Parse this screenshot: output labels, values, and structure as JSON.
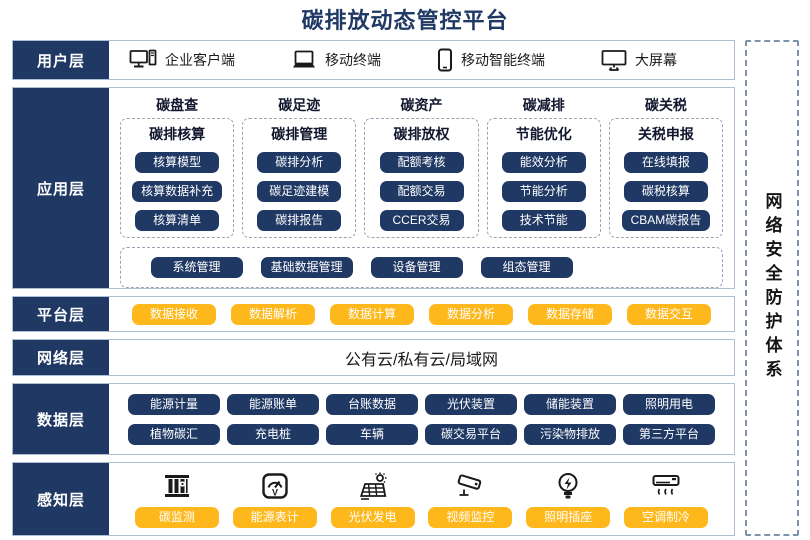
{
  "title": "碳排放动态管控平台",
  "security": {
    "label": "网络安全防护体系"
  },
  "colors": {
    "navy": "#1F3864",
    "yellow": "#FFB81C",
    "box_border": "#AEBDD2",
    "dashed_border": "#9aa4b3"
  },
  "layers": {
    "user": {
      "label": "用户层",
      "items": [
        {
          "icon": "desktop-client-icon",
          "label": "企业客户端"
        },
        {
          "icon": "laptop-icon",
          "label": "移动终端"
        },
        {
          "icon": "smartphone-icon",
          "label": "移动智能终端"
        },
        {
          "icon": "big-screen-icon",
          "label": "大屏幕"
        }
      ]
    },
    "application": {
      "label": "应用层",
      "columns": [
        {
          "header": "碳盘查",
          "title": "碳排核算",
          "items": [
            "核算模型",
            "核算数据补充",
            "核算清单"
          ]
        },
        {
          "header": "碳足迹",
          "title": "碳排管理",
          "items": [
            "碳排分析",
            "碳足迹建模",
            "碳排报告"
          ]
        },
        {
          "header": "碳资产",
          "title": "碳排放权",
          "items": [
            "配额考核",
            "配额交易",
            "CCER交易"
          ]
        },
        {
          "header": "碳减排",
          "title": "节能优化",
          "items": [
            "能效分析",
            "节能分析",
            "技术节能"
          ]
        },
        {
          "header": "碳关税",
          "title": "关税申报",
          "items": [
            "在线填报",
            "碳税核算",
            "CBAM碳报告"
          ]
        }
      ],
      "common_items": [
        "系统管理",
        "基础数据管理",
        "设备管理",
        "组态管理"
      ]
    },
    "platform": {
      "label": "平台层",
      "items": [
        "数据接收",
        "数据解析",
        "数据计算",
        "数据分析",
        "数据存储",
        "数据交互"
      ]
    },
    "network": {
      "label": "网络层",
      "content": "公有云/私有云/局域网"
    },
    "data": {
      "label": "数据层",
      "rows": [
        [
          "能源计量",
          "能源账单",
          "台账数据",
          "光伏装置",
          "储能装置",
          "照明用电"
        ],
        [
          "植物碳汇",
          "充电桩",
          "车辆",
          "碳交易平台",
          "污染物排放",
          "第三方平台"
        ]
      ]
    },
    "perception": {
      "label": "感知层",
      "items": [
        {
          "icon": "carbon-monitor-icon",
          "label": "碳监测"
        },
        {
          "icon": "energy-meter-icon",
          "label": "能源表计"
        },
        {
          "icon": "solar-power-icon",
          "label": "光伏发电"
        },
        {
          "icon": "cctv-camera-icon",
          "label": "视频监控"
        },
        {
          "icon": "light-bulb-icon",
          "label": "照明插座"
        },
        {
          "icon": "air-conditioner-icon",
          "label": "空调制冷"
        }
      ]
    }
  }
}
